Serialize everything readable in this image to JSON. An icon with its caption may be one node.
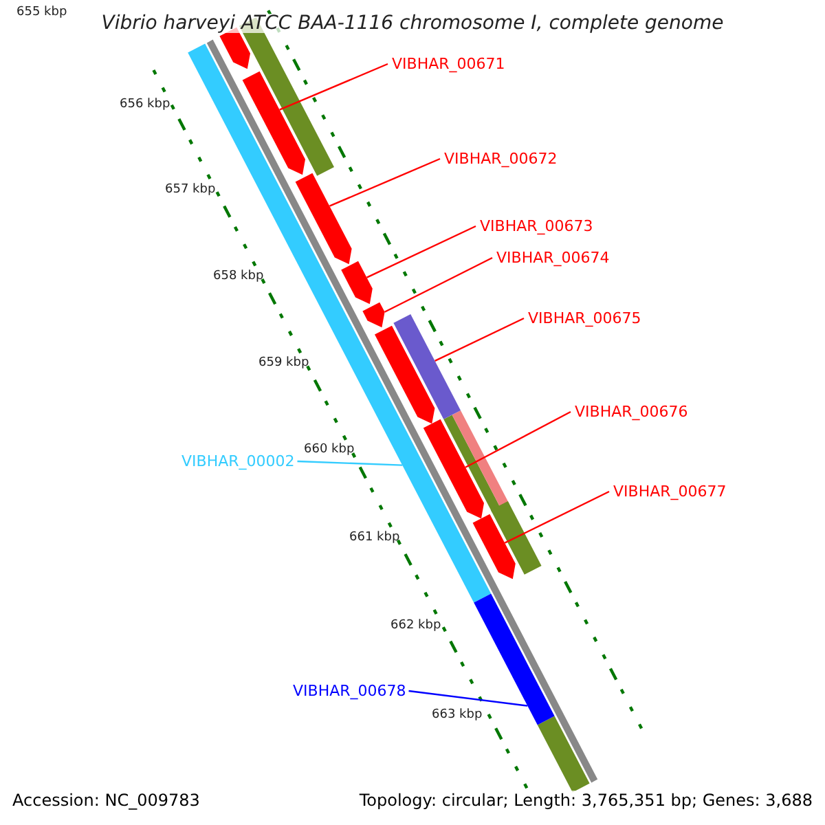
{
  "diagram": {
    "title": "Vibrio harveyi ATCC BAA-1116 chromosome I, complete genome",
    "nodes": [
      {
        "text": [
          "VIBHAR_00671"
        ]
      },
      {
        "text": [],
        "shape": "bar"
      },
      {
        "text": [
          "VIBHAR_00672"
        ]
      },
      {
        "text": [],
        "shape": "bar"
      },
      {
        "text": [
          "VIBHAR_00673"
        ]
      },
      {
        "text": [],
        "shape": "bar"
      },
      {
        "text": [
          "VIBHAR_00674"
        ]
      },
      {
        "text": [],
        "shape": "bar"
      },
      {
        "text": [
          "VIBHAR_00675"
        ]
      },
      {
        "text": [],
        "shape": "bar"
      },
      {
        "text": [
          "VIBHAR_00676"
        ]
      },
      {
        "text": [],
        "shape": "bar"
      },
      {
        "text": [
          "VIBHAR_00677"
        ]
      },
      {
        "text": [],
        "shape": "bar"
      },
      {
        "text": [
          "VIBHAR_00002"
        ]
      },
      {
        "text": [],
        "shape": "bar"
      },
      {
        "text": [
          "VIBHAR_00678"
        ]
      },
      {
        "text": [],
        "shape": "bar"
      }
    ],
    "edges": [
      {
        "from": 0,
        "to": 1,
        "arrow": "none"
      },
      {
        "from": 2,
        "to": 3,
        "arrow": "none"
      },
      {
        "from": 4,
        "to": 5,
        "arrow": "none"
      },
      {
        "from": 6,
        "to": 7,
        "arrow": "none"
      },
      {
        "from": 8,
        "to": 9,
        "arrow": "none"
      },
      {
        "from": 10,
        "to": 11,
        "arrow": "none"
      },
      {
        "from": 12,
        "to": 13,
        "arrow": "none"
      },
      {
        "from": 14,
        "to": 15,
        "arrow": "none",
        "color": "#33ccff"
      },
      {
        "from": 16,
        "to": 17,
        "arrow": "none",
        "color": "#0000ff"
      }
    ],
    "labels": [
      "655 kbp",
      "656 kbp",
      "657 kbp",
      "658 kbp",
      "659 kbp",
      "660 kbp",
      "661 kbp",
      "662 kbp",
      "663 kbp",
      "Accession: NC_009783",
      "Topology: circular; Length: 3,765,351 bp; Genes: 3,688"
    ]
  }
}
